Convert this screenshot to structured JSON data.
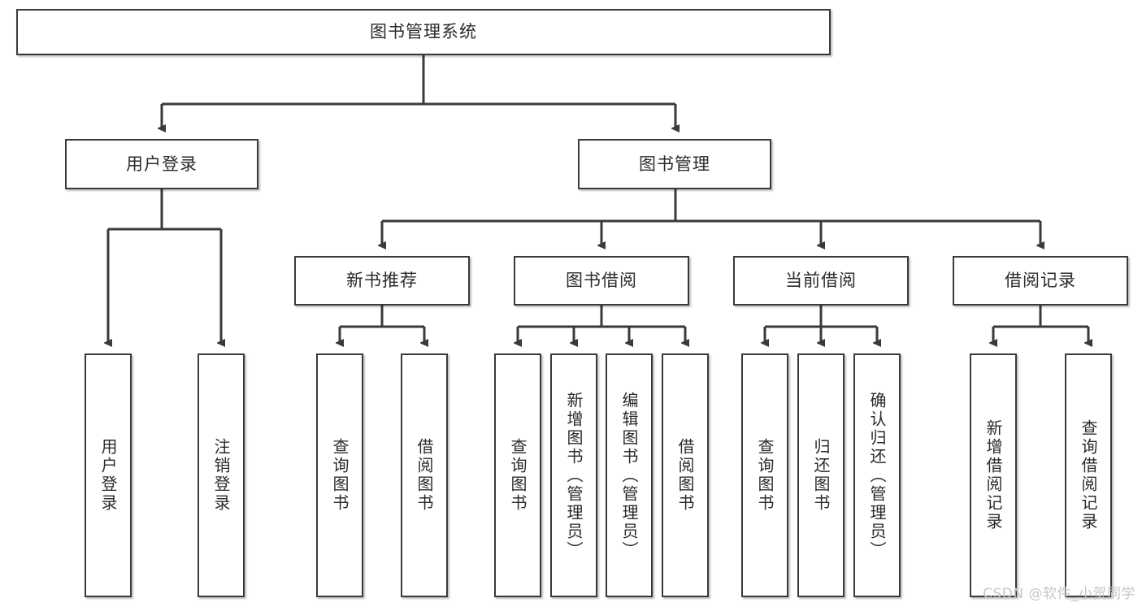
{
  "diagram": {
    "title": "图书管理系统",
    "root": {
      "label": "图书管理系统"
    },
    "level2": [
      {
        "label": "用户登录"
      },
      {
        "label": "图书管理"
      }
    ],
    "level3": [
      {
        "label": "新书推荐"
      },
      {
        "label": "图书借阅"
      },
      {
        "label": "当前借阅"
      },
      {
        "label": "借阅记录"
      }
    ],
    "leaves": {
      "user_login": [
        {
          "label": "用户登录"
        },
        {
          "label": "注销登录"
        }
      ],
      "new_book": [
        {
          "label": "查询图书"
        },
        {
          "label": "借阅图书"
        }
      ],
      "book_borrow": [
        {
          "label": "查询图书"
        },
        {
          "label": "新增图书（管理员）"
        },
        {
          "label": "编辑图书（管理员）"
        },
        {
          "label": "借阅图书"
        }
      ],
      "current_borrow": [
        {
          "label": "查询图书"
        },
        {
          "label": "归还图书"
        },
        {
          "label": "确认归还（管理员）"
        }
      ],
      "borrow_record": [
        {
          "label": "新增借阅记录"
        },
        {
          "label": "查询借阅记录"
        }
      ]
    }
  },
  "watermark": {
    "text": "CSDN @软件_小贺同学"
  },
  "colors": {
    "background": "#ffffff",
    "border": "#3a3a3a",
    "text": "#2b2b2b",
    "edge": "#3a3a3a",
    "watermark": "#c6c6c6"
  }
}
